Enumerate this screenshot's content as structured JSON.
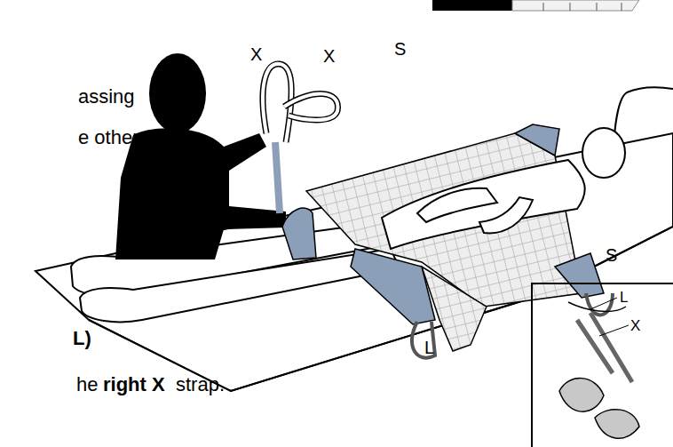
{
  "diagram": {
    "nodes": [
      {
        "text": [
          "L",
          "X"
        ]
      }
    ],
    "labels": [
      "assing",
      "e other.",
      "L)",
      "he",
      "right X",
      "strap.",
      "X",
      "X",
      "S",
      "S",
      "L"
    ]
  }
}
